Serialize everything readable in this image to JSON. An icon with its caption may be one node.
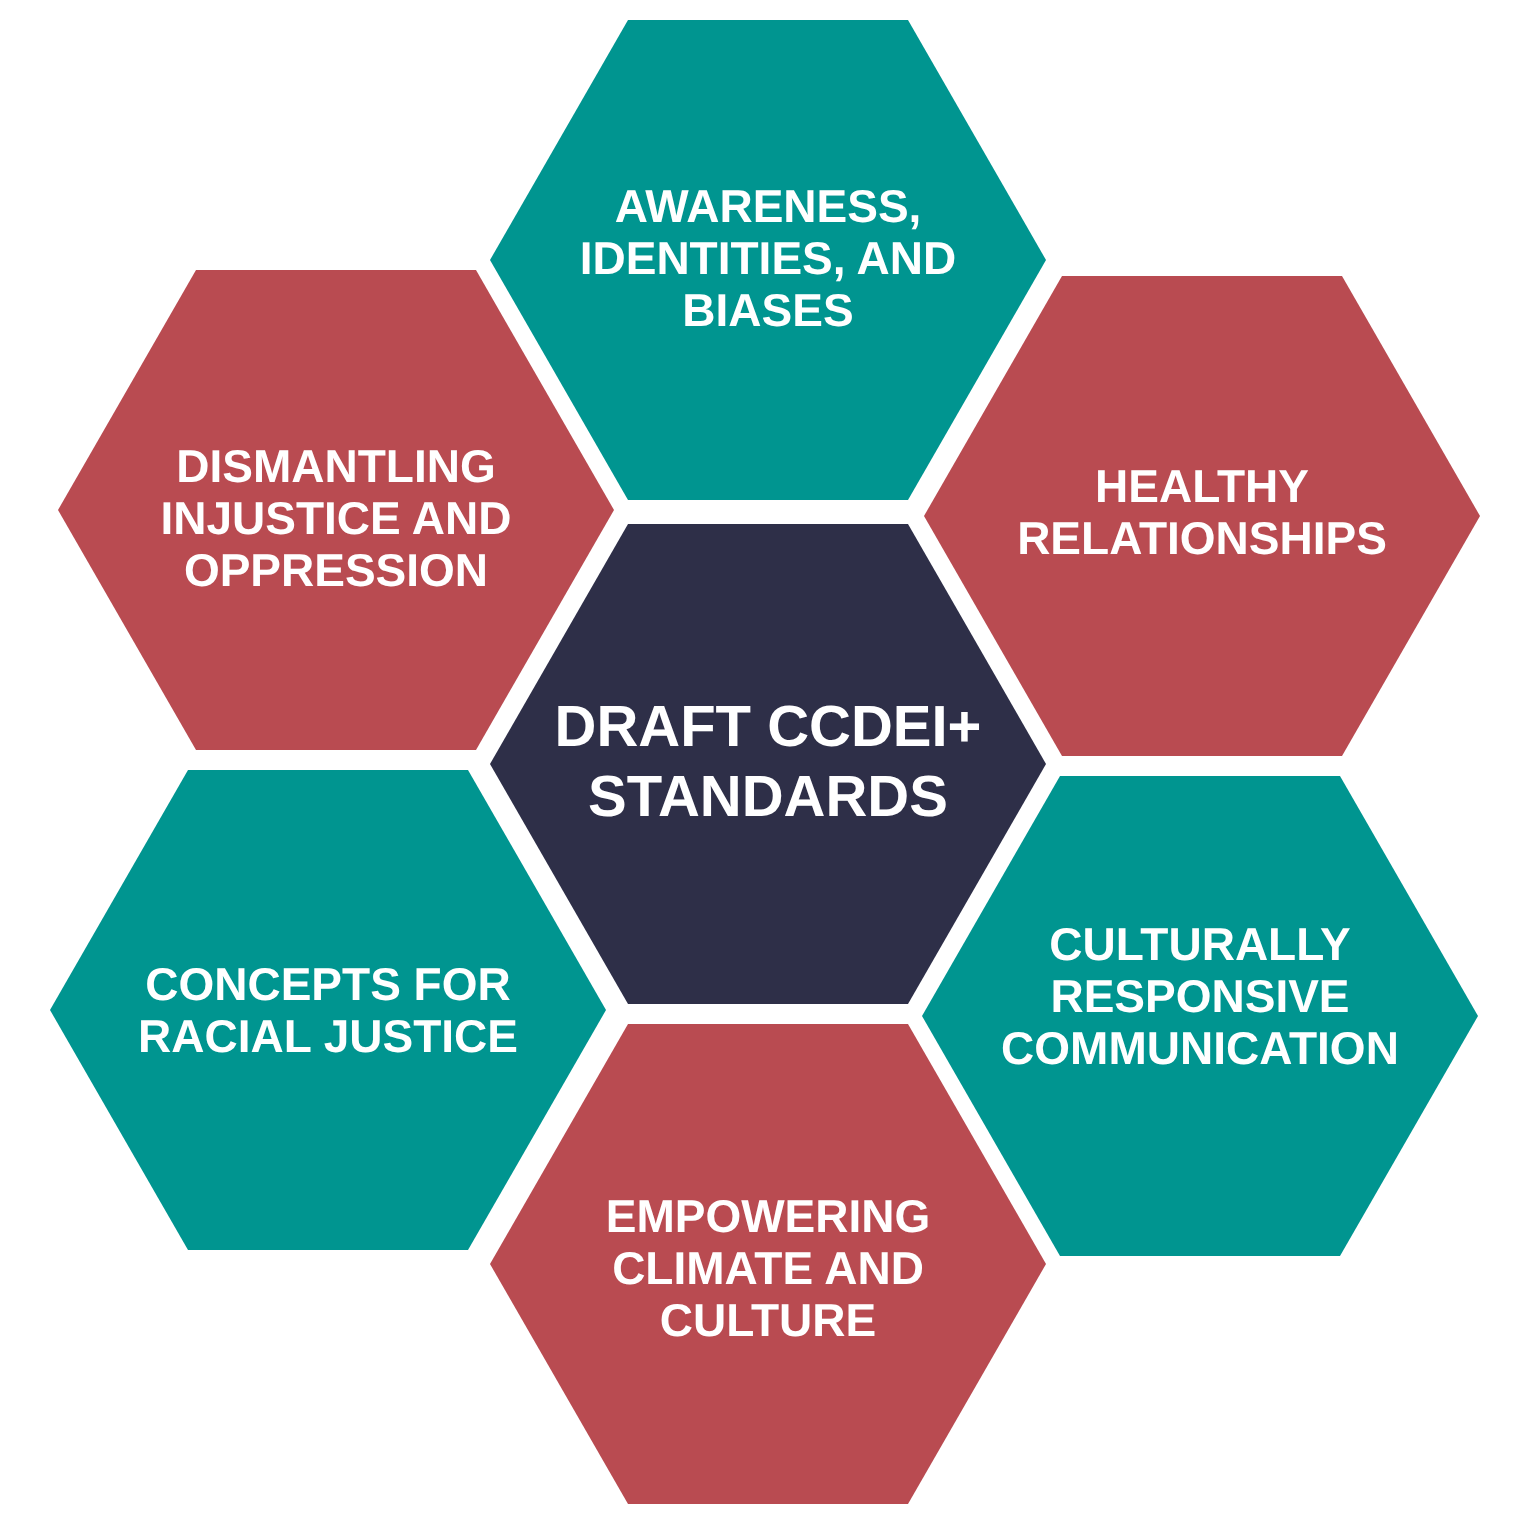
{
  "diagram": {
    "nodes": [
      {
        "text": [
          "AWARENESS, IDENTITIES, AND BIASES"
        ]
      },
      {
        "text": [
          "DISMANTLING INJUSTICE AND OPPRESSION"
        ]
      },
      {
        "text": [
          "HEALTHY RELATIONSHIPS"
        ]
      },
      {
        "text": [
          "DRAFT CCDEI+ STANDARDS"
        ]
      },
      {
        "text": [
          "CONCEPTS FOR RACIAL JUSTICE"
        ]
      },
      {
        "text": [
          "CULTURALLY RESPONSIVE COMMUNICATION"
        ]
      },
      {
        "text": [
          "EMPOWERING CLIMATE AND CULTURE"
        ]
      }
    ]
  }
}
